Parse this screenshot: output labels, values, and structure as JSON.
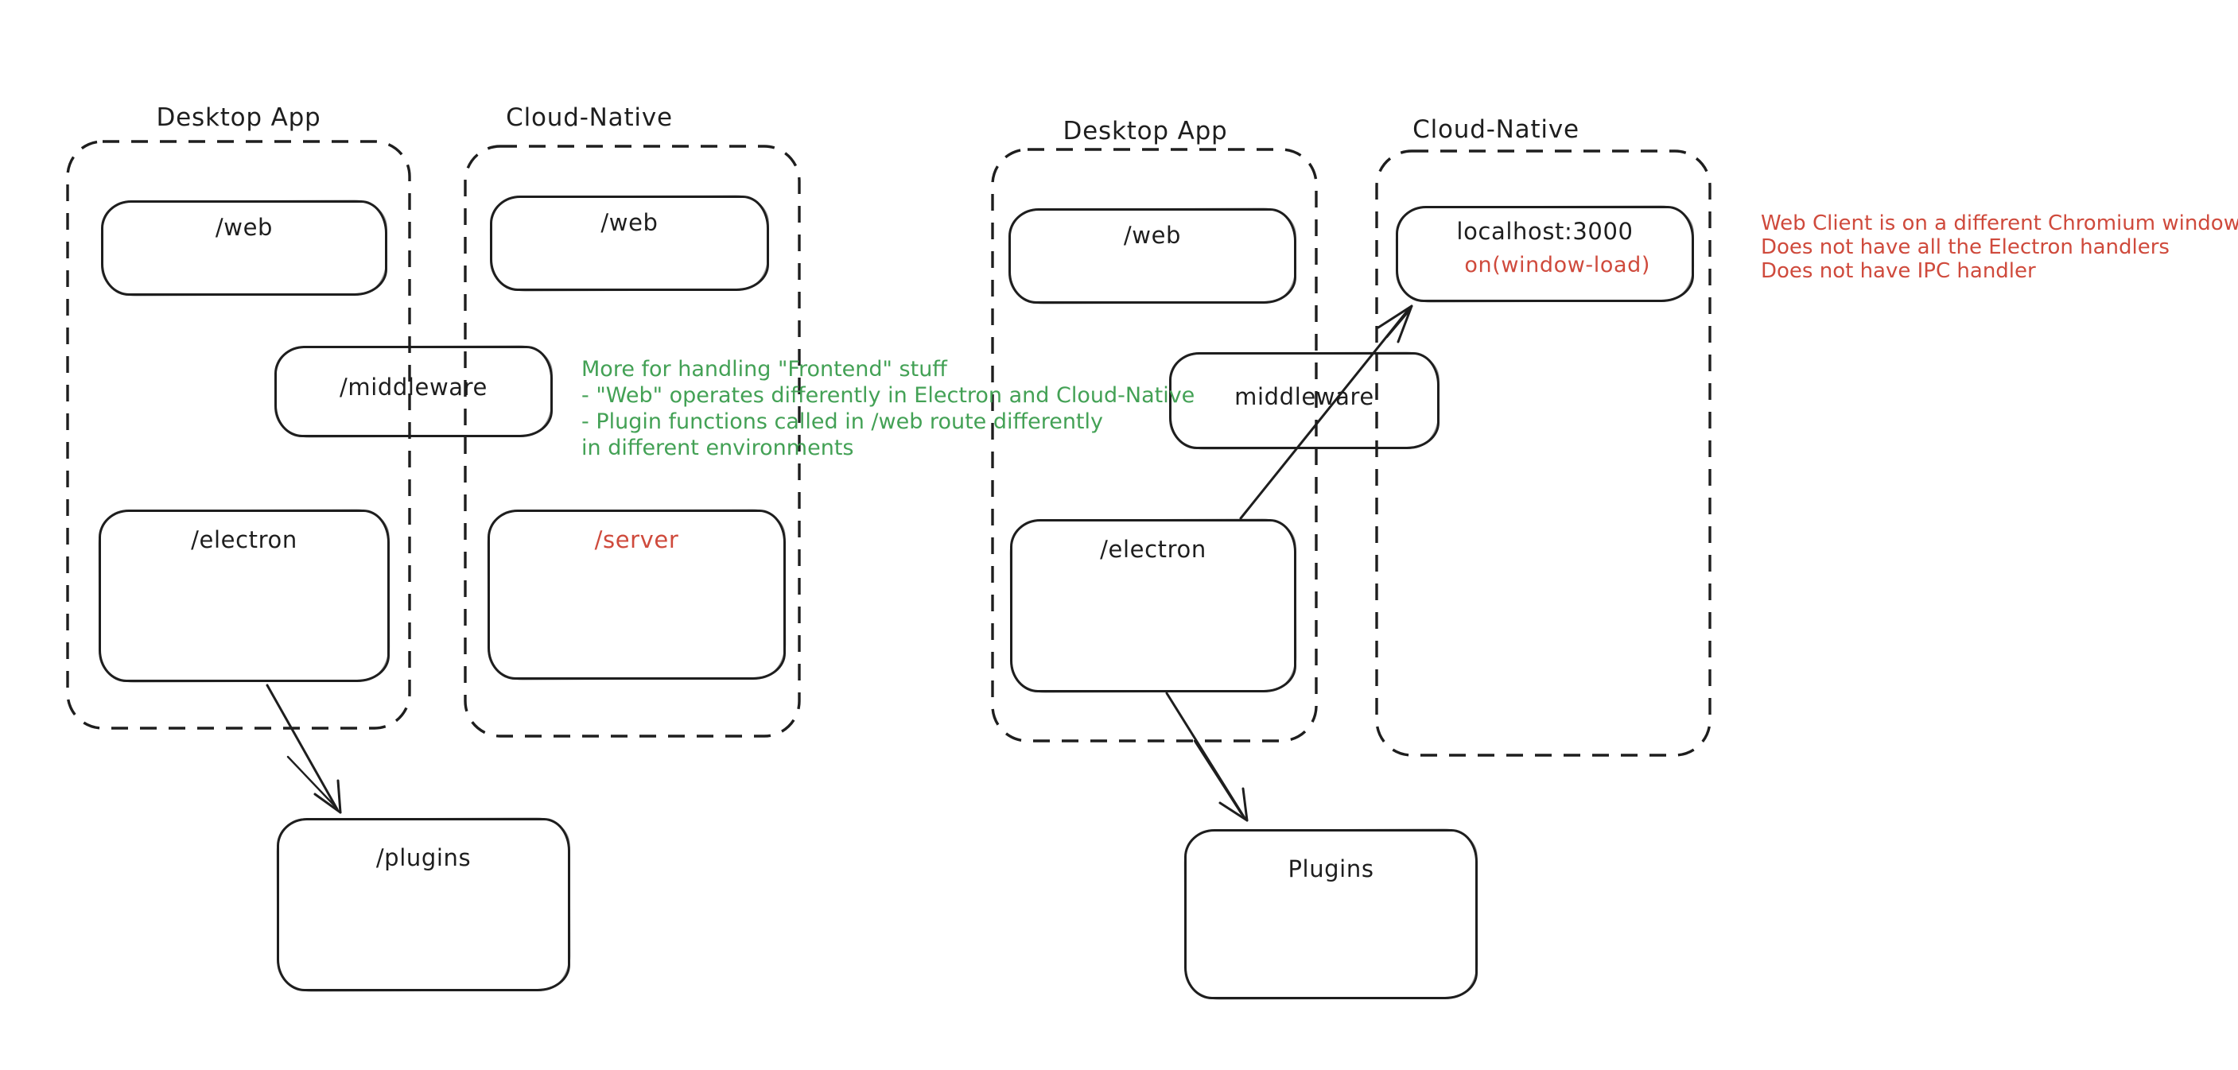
{
  "palette": {
    "ink": "#1e1e1e",
    "red": "#cf4a3c",
    "green": "#43a155",
    "canvas": "#ffffff"
  },
  "left": {
    "desktop_title": "Desktop App",
    "cloud_title": "Cloud-Native",
    "web_desktop": "/web",
    "web_cloud": "/web",
    "middleware": "/middleware",
    "electron": "/electron",
    "server": "/server",
    "plugins": "/plugins",
    "green_note_lines": [
      "More for handling \"Frontend\" stuff",
      "- \"Web\" operates differently in Electron and Cloud-Native",
      "- Plugin functions called in /web route differently",
      "in different environments"
    ]
  },
  "right": {
    "desktop_title": "Desktop App",
    "cloud_title": "Cloud-Native",
    "web": "/web",
    "localhost": "localhost:3000",
    "window_load": "on(window-load)",
    "middleware": "middleware",
    "electron": "/electron",
    "plugins": "Plugins",
    "red_note_lines": [
      "Web Client is on a different Chromium window",
      "Does not have all the Electron handlers",
      "Does not have IPC handler"
    ]
  }
}
